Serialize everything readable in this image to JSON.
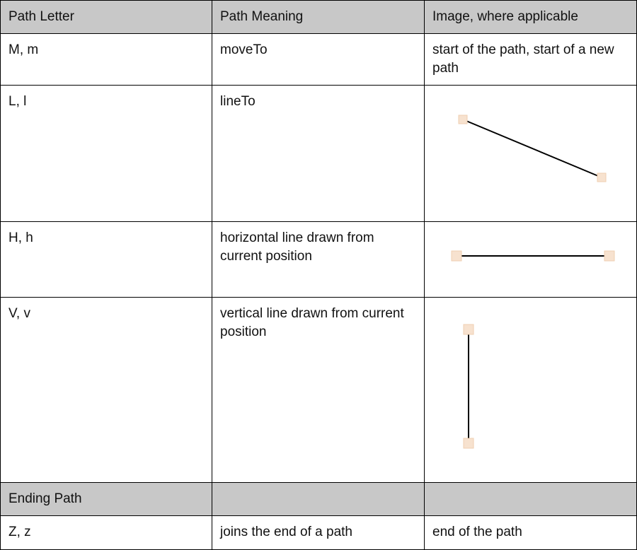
{
  "table": {
    "headers": [
      "Path Letter",
      "Path Meaning",
      "Image, where applicable"
    ],
    "rows": [
      {
        "letter": "M, m",
        "meaning": "moveTo",
        "image_text": "start of the path, start of a new path"
      },
      {
        "letter": "L, l",
        "meaning": "lineTo",
        "image_text": ""
      },
      {
        "letter": "H, h",
        "meaning": "horizontal line drawn from current position",
        "image_text": ""
      },
      {
        "letter": "V, v",
        "meaning": "vertical line drawn from current position",
        "image_text": ""
      }
    ],
    "section": {
      "label": "Ending Path",
      "meaning": "",
      "image_text": ""
    },
    "final_row": {
      "letter": "Z, z",
      "meaning": "joins the end of a path",
      "image_text": "end of the path"
    }
  },
  "colors": {
    "header_bg": "#c8c8c8",
    "border": "#000000",
    "handle_fill": "#f7e2cf",
    "handle_stroke": "#efcfb2",
    "line": "#000000"
  }
}
